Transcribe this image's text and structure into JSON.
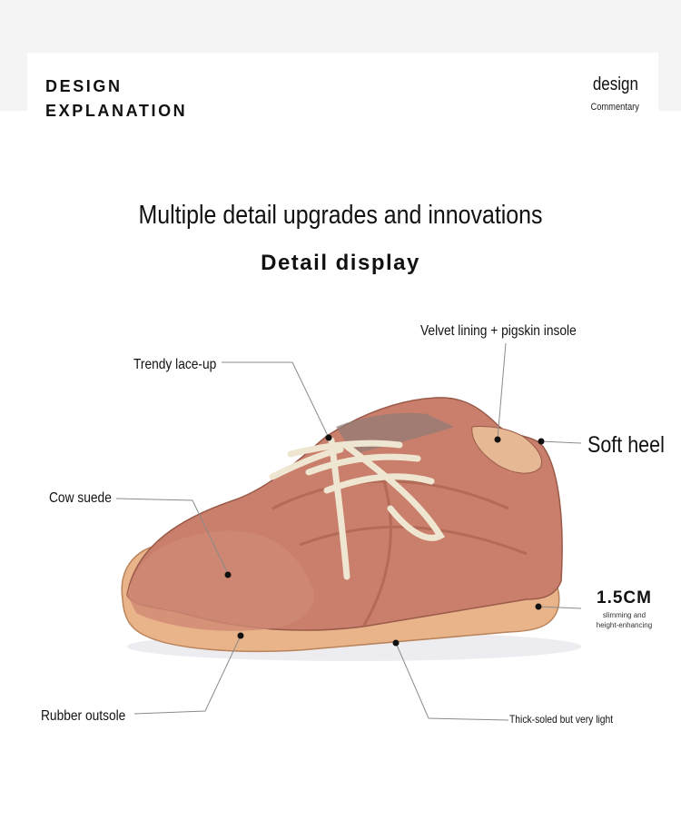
{
  "header": {
    "title_line1": "DESIGN",
    "title_line2": "EXPLANATION",
    "side_title": "design",
    "side_subtitle": "Commentary"
  },
  "headline": "Multiple detail upgrades and innovations",
  "subhead": "Detail display",
  "callouts": {
    "velvet": "Velvet lining + pigskin insole",
    "lace": "Trendy lace-up",
    "heel": "Soft heel",
    "suede": "Cow suede",
    "height_value": "1.5CM",
    "height_note_line1": "slimming and",
    "height_note_line2": "height-enhancing",
    "outsole": "Rubber outsole",
    "thick": "Thick-soled but very light"
  },
  "colors": {
    "suede": "#c97f6c",
    "sole": "#e8b589",
    "lace": "#efe6d2",
    "leader_line": "#8a8a8a"
  }
}
